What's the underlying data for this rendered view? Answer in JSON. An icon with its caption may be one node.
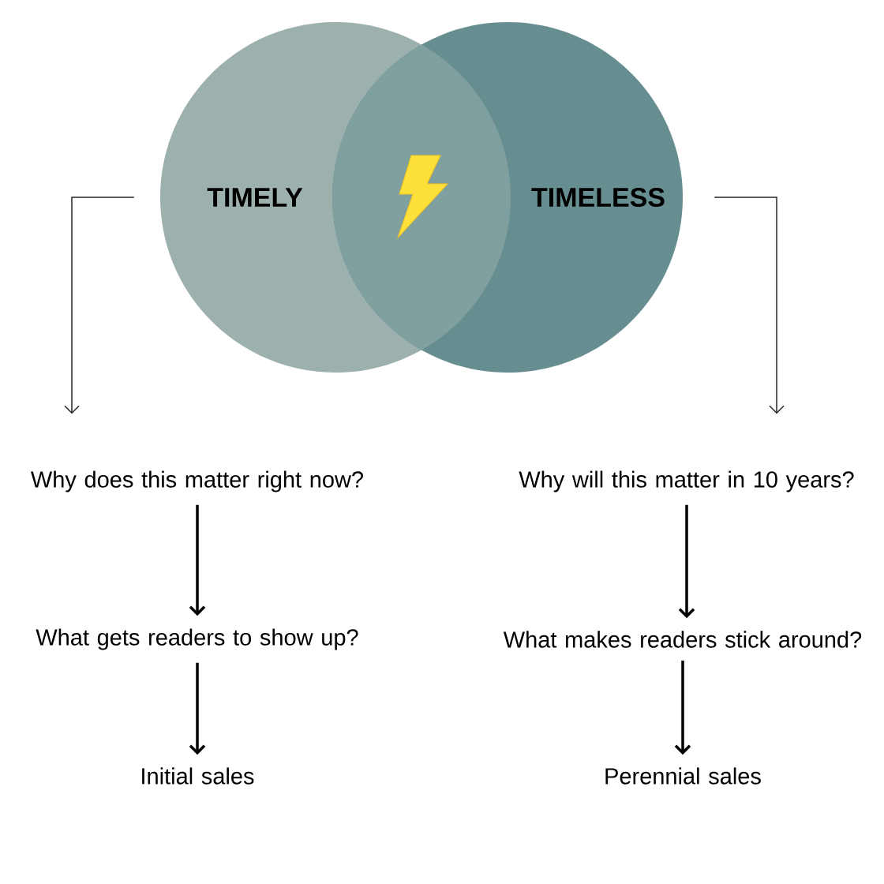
{
  "diagram": {
    "nodes": [
      {
        "text": [
          "TIMELY"
        ]
      },
      {
        "text": [
          "TIMELESS"
        ]
      },
      {
        "text": [
          "Why does this matter right now?"
        ]
      },
      {
        "text": [
          "What gets readers to show up?"
        ]
      },
      {
        "text": [
          "Initial sales"
        ]
      },
      {
        "text": [
          "Why will this matter in 10 years?"
        ]
      },
      {
        "text": [
          "What makes readers stick around?"
        ]
      },
      {
        "text": [
          "Perennial sales"
        ]
      }
    ],
    "edges": [
      {
        "from": 0,
        "to": 2,
        "arrow": "to"
      },
      {
        "from": 1,
        "to": 5,
        "arrow": "to"
      },
      {
        "from": 2,
        "to": 3,
        "arrow": "to"
      },
      {
        "from": 3,
        "to": 4,
        "arrow": "to"
      },
      {
        "from": 5,
        "to": 6,
        "arrow": "to"
      },
      {
        "from": 6,
        "to": 7,
        "arrow": "to"
      }
    ]
  }
}
